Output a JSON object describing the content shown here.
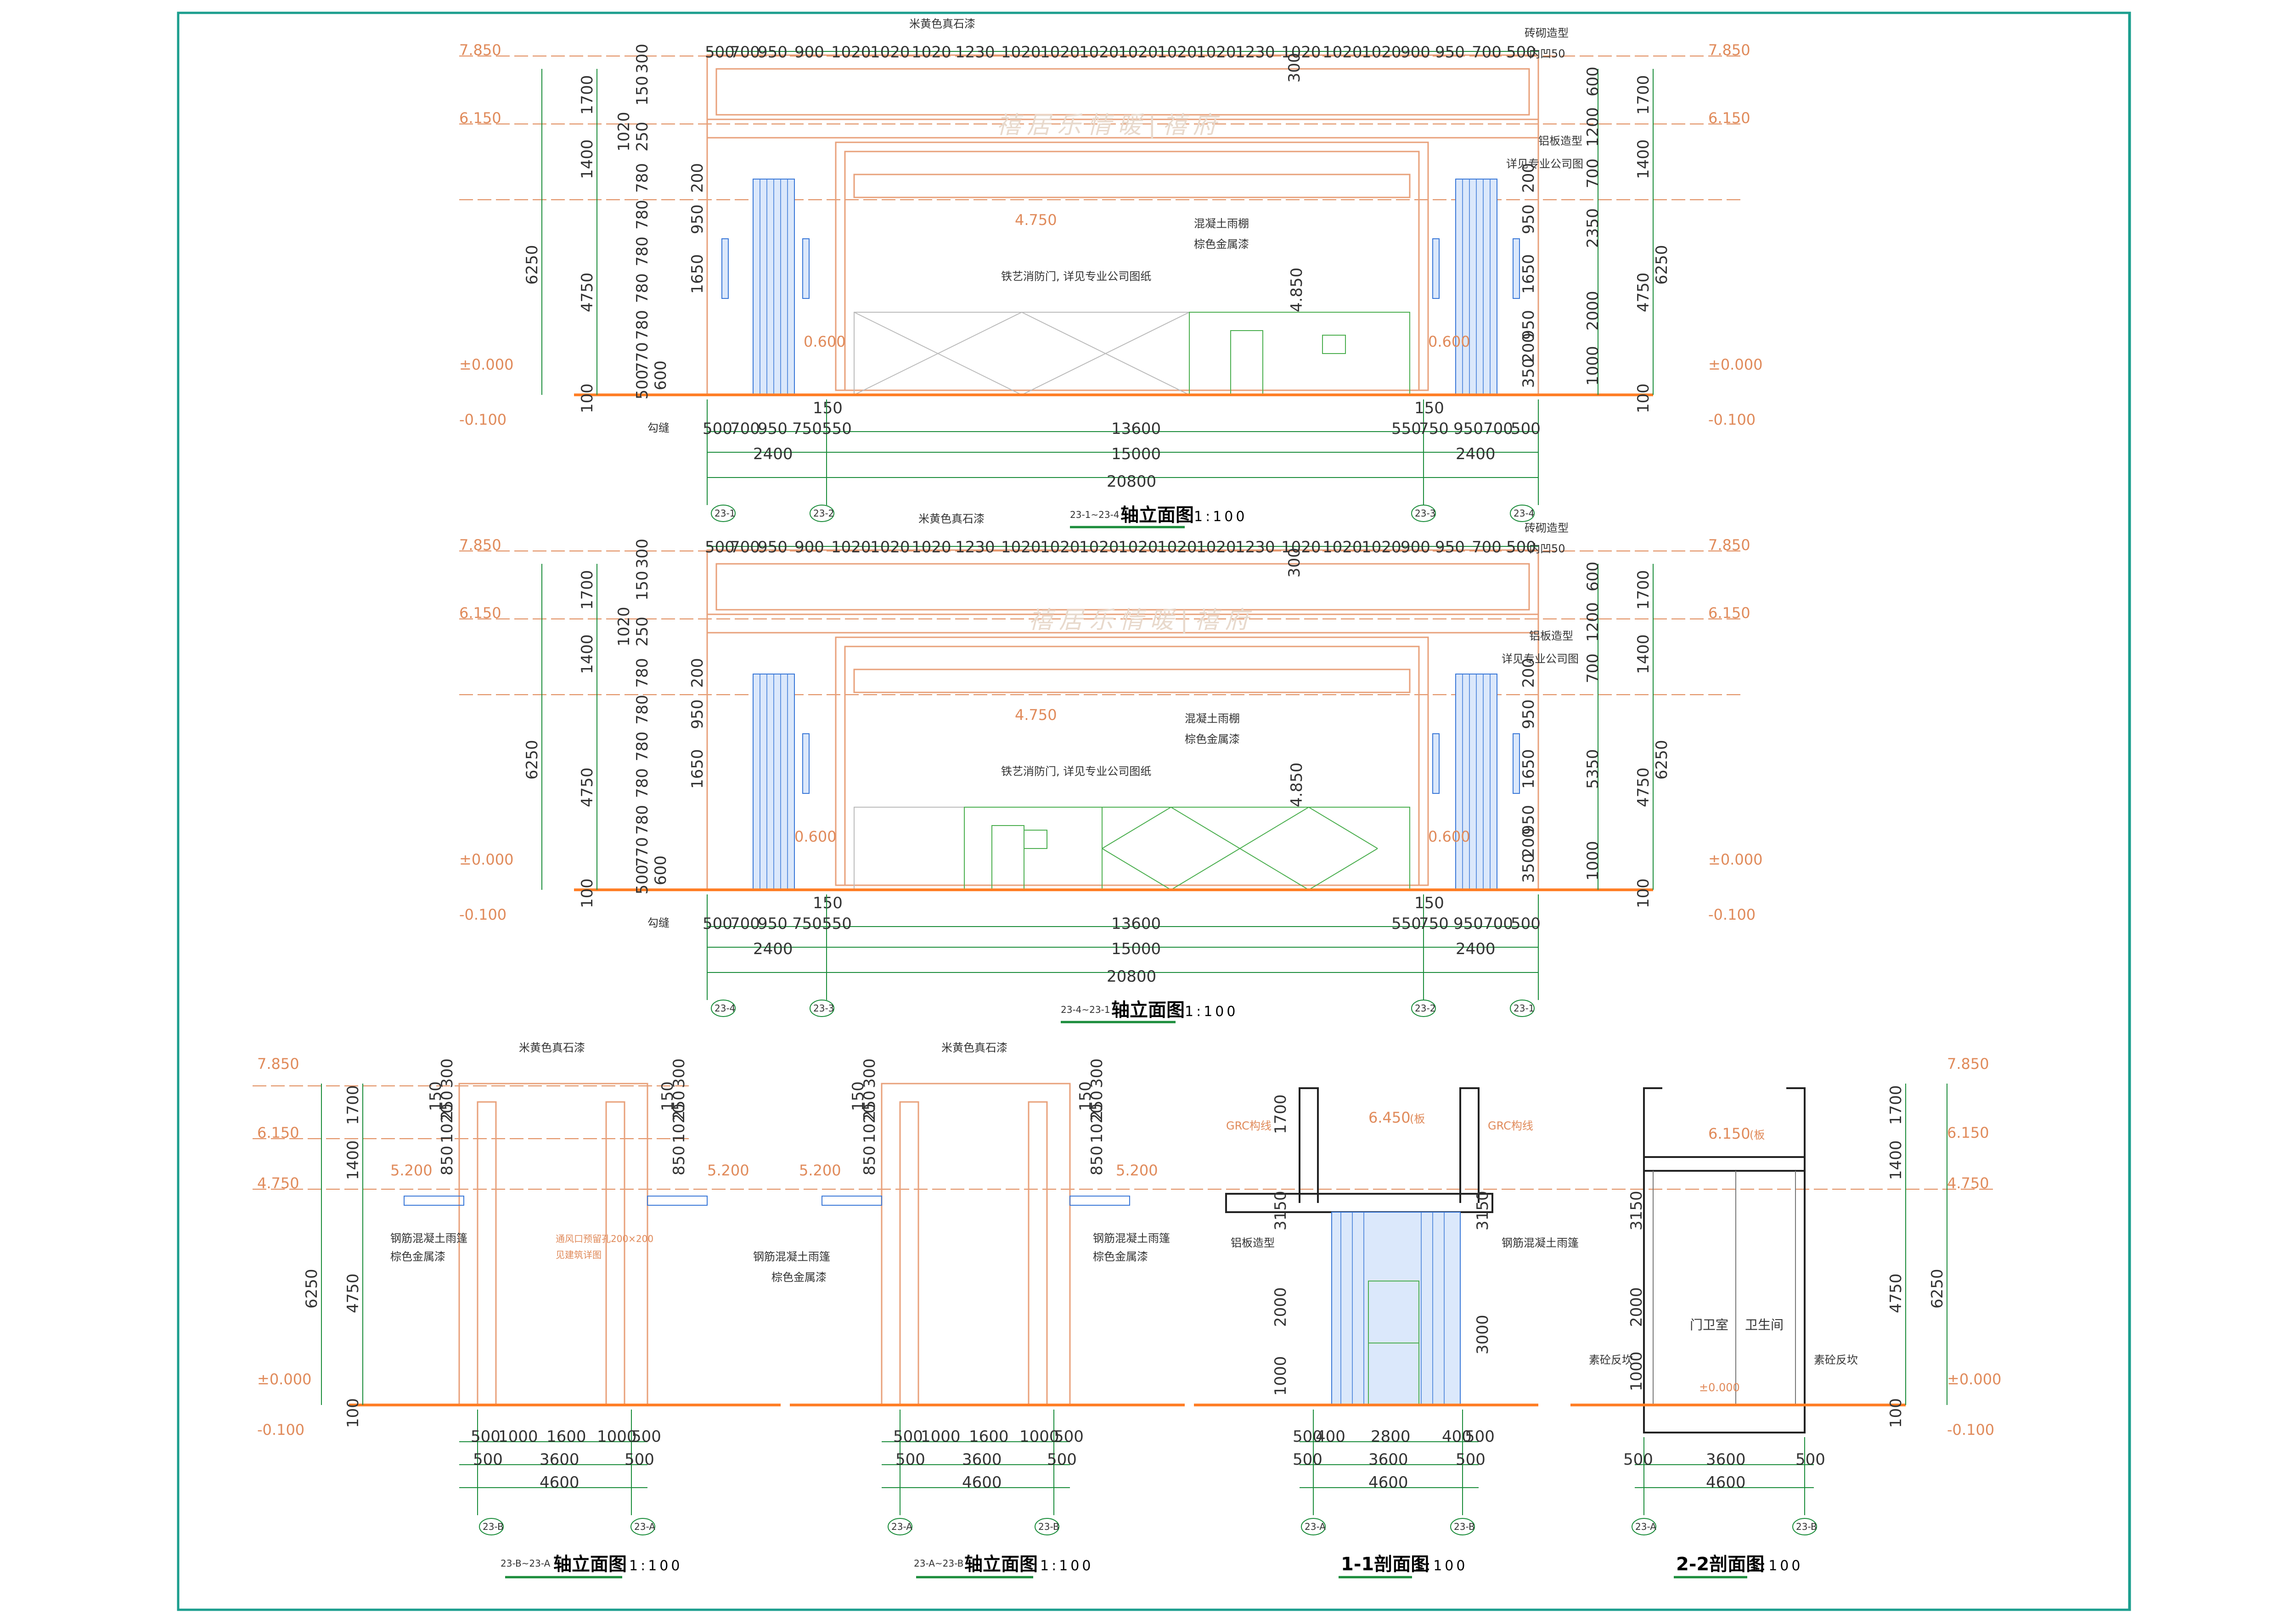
{
  "colors": {
    "frame": "#1b9e8e",
    "dimension": "#1a8c3a",
    "level": "#e08a5a",
    "facade": "#e8a07a",
    "ground": "#ff7f27",
    "blue": "#3a78d8",
    "green": "#4caf50",
    "title_underline": "#1a8c3a"
  },
  "elev_a": {
    "top_dims": [
      "500",
      "700",
      "950",
      "900",
      "1020",
      "1020",
      "1020",
      "1230",
      "1020",
      "1020",
      "1020",
      "1020",
      "1020",
      "1020",
      "1230",
      "1020",
      "1020",
      "1020",
      "900",
      "950",
      "700",
      "500"
    ],
    "bot_dims1": [
      "500",
      "700",
      "950",
      "750",
      "550",
      "13600",
      "550",
      "750",
      "950",
      "700",
      "500"
    ],
    "bot_dims2": [
      "2400",
      "15000",
      "2400"
    ],
    "total": "20800",
    "left_heights": [
      "1700",
      "1400",
      "6250",
      "4750",
      "100"
    ],
    "right_heights": [
      "1700",
      "1400",
      "6250",
      "4750",
      "100"
    ],
    "inner_left": [
      "300",
      "150",
      "1020",
      "250",
      "780",
      "780",
      "780",
      "780",
      "780",
      "770",
      "500",
      "600"
    ],
    "inner_right": [
      "300",
      "600",
      "1200",
      "700",
      "2350",
      "2000",
      "1000"
    ],
    "mid_right": [
      "200",
      "950",
      "1650",
      "950",
      "200",
      "350"
    ],
    "levels_left": [
      "7.850",
      "6.150",
      "±0.000",
      "-0.100"
    ],
    "levels_right": [
      "7.850",
      "6.150",
      "±0.000",
      "-0.100"
    ],
    "notes": {
      "stone": "米黄色真石漆",
      "brick": "砖砌造型",
      "recess": "内凹50",
      "alu": "铝板造型",
      "alu2": "详见专业公司图",
      "canopy": "混凝土雨棚",
      "canopy2": "棕色金属漆",
      "gate": "铁艺消防门, 详见专业公司图纸",
      "joint": "勾缝",
      "lv_4750": "4.750",
      "lv_0600l": "0.600",
      "lv_0600r": "0.600",
      "d_4850": "4.850",
      "d_150l": "150",
      "d_150r": "150",
      "d_200": "200",
      "signage": "禧居乐情暖|禧府"
    },
    "axes": [
      "23-1",
      "23-2",
      "23-3",
      "23-4"
    ],
    "title": "轴立面图",
    "title_prefix": "23-1~23-4",
    "scale": "1:100"
  },
  "elev_b": {
    "inner_right": [
      "300",
      "600",
      "1200",
      "700",
      "5350",
      "1000"
    ],
    "axes": [
      "23-4",
      "23-3",
      "23-2",
      "23-1"
    ],
    "title": "轴立面图",
    "title_prefix": "23-4~23-1",
    "scale": "1:100"
  },
  "side1": {
    "title": "轴立面图",
    "title_prefix": "23-B~23-A",
    "scale": "1:100",
    "levels": [
      "7.850",
      "6.150",
      "4.750",
      "±0.000",
      "-0.100"
    ],
    "heights": [
      "1700",
      "1400",
      "6250",
      "4750",
      "100"
    ],
    "inner": [
      "300",
      "150",
      "1020",
      "250",
      "850"
    ],
    "lv": "5.200",
    "note_stone": "米黄色真石漆",
    "note_canopy": "钢筋混凝土雨篷",
    "note_canopy2": "棕色金属漆",
    "note_vent": "通风口预留孔200×200",
    "note_vent2": "见建筑详图",
    "dims1": [
      "500",
      "1000",
      "1600",
      "1000",
      "500"
    ],
    "dims2": [
      "500",
      "3600",
      "500"
    ],
    "total": "4600",
    "axes": [
      "23-B",
      "23-A"
    ]
  },
  "side2": {
    "title": "轴立面图",
    "title_prefix": "23-A~23-B",
    "scale": "1:100",
    "lv": "5.200",
    "inner": [
      "300",
      "150",
      "1020",
      "250",
      "850"
    ],
    "note_stone": "米黄色真石漆",
    "note_canopy": "钢筋混凝土雨篷",
    "note_canopy2": "棕色金属漆",
    "dims1": [
      "500",
      "1000",
      "1600",
      "1000",
      "500"
    ],
    "dims2": [
      "500",
      "3600",
      "500"
    ],
    "total": "4600",
    "axes": [
      "23-A",
      "23-B"
    ]
  },
  "sec1": {
    "title": "1-1剖面图",
    "scale": "1:100",
    "lv": "6.450",
    "lv_suffix": "(板",
    "note_grc": "GRC构线",
    "note_grc2": "GRC构线",
    "note_alu": "铝板造型",
    "note_canopy": "钢筋混凝土雨篷",
    "heights": [
      "1700",
      "3150",
      "2000",
      "1000"
    ],
    "right_h": [
      "3150",
      "3000"
    ],
    "dims1": [
      "500",
      "400",
      "2800",
      "400",
      "500"
    ],
    "dims2": [
      "500",
      "3600",
      "500"
    ],
    "total": "4600",
    "axes": [
      "23-A",
      "23-B"
    ]
  },
  "sec2": {
    "title": "2-2剖面图",
    "scale": "1:100",
    "lv": "6.150",
    "lv_suffix": "(板",
    "lv0": "±0.000",
    "room1": "门卫室",
    "room2": "卫生间",
    "note_l": "素砼反坎",
    "note_r": "素砼反坎",
    "inner": [
      "3150",
      "2000",
      "1000"
    ],
    "levels": [
      "7.850",
      "6.150",
      "4.750",
      "±0.000",
      "-0.100"
    ],
    "heights": [
      "1700",
      "1400",
      "6250",
      "4750",
      "100"
    ],
    "dims2": [
      "500",
      "3600",
      "500"
    ],
    "total": "4600",
    "axes": [
      "23-A",
      "23-B"
    ]
  }
}
